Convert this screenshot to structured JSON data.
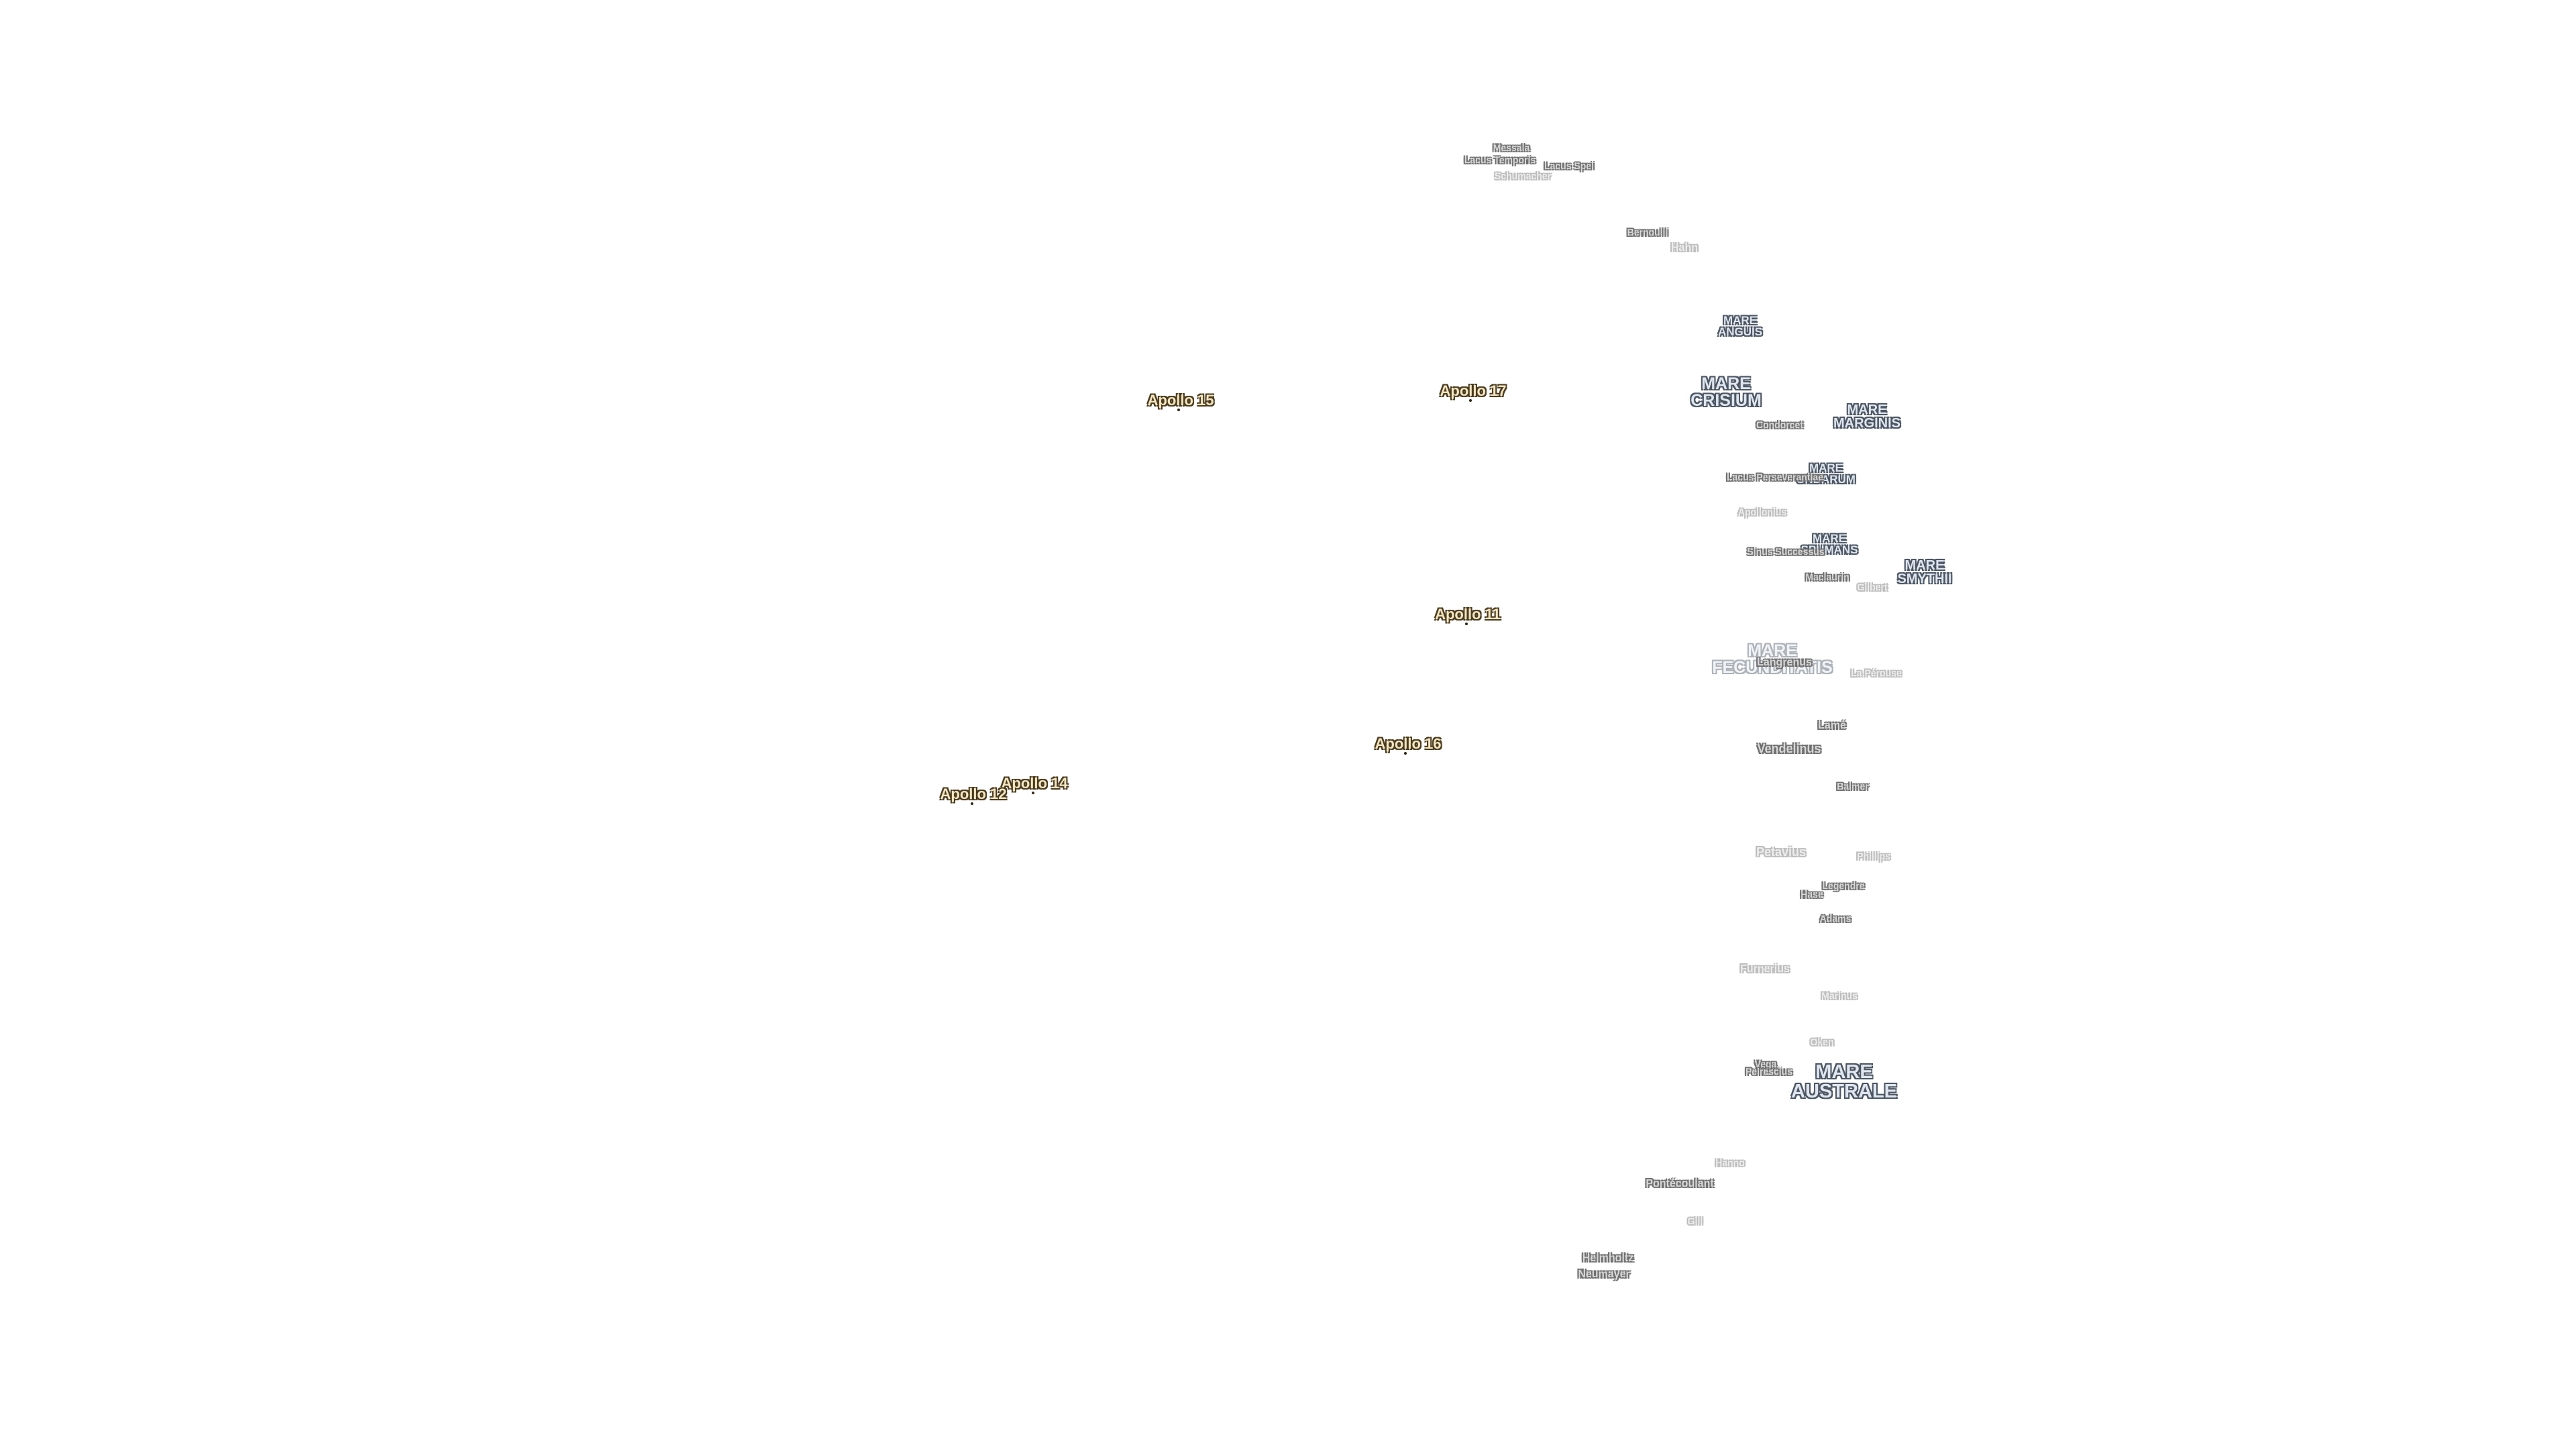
{
  "map": {
    "apollo_sites": [
      {
        "label": "Apollo 15"
      },
      {
        "label": "Apollo 17"
      },
      {
        "label": "Apollo 11"
      },
      {
        "label": "Apollo 16"
      },
      {
        "label": "Apollo 14"
      },
      {
        "label": "Apollo 12"
      }
    ],
    "maria": [
      {
        "label": "MARE CRISIUM",
        "lines": [
          "MARE",
          "CRISIUM"
        ]
      },
      {
        "label": "MARE MARGINIS",
        "lines": [
          "MARE",
          "MARGINIS"
        ]
      },
      {
        "label": "MARE ANGUIS",
        "lines": [
          "MARE",
          "ANGUIS"
        ]
      },
      {
        "label": "MARE UNDARUM",
        "lines": [
          "MARE",
          "UNDARUM"
        ]
      },
      {
        "label": "MARE SPUMANS",
        "lines": [
          "MARE",
          "SPUMANS"
        ]
      },
      {
        "label": "MARE SMYTHII",
        "lines": [
          "MARE",
          "SMYTHII"
        ]
      },
      {
        "label": "MARE FECUNDITATIS",
        "lines": [
          "MARE",
          "FECUNDITATIS"
        ]
      },
      {
        "label": "MARE AUSTRALE",
        "lines": [
          "MARE",
          "AUSTRALE"
        ]
      }
    ],
    "craters": [
      "Messala",
      "Lacus Temporis",
      "Schumacher",
      "Lacus Spei",
      "Bernoulli",
      "Hahn",
      "Condorcet",
      "Lacus Perseverantiae",
      "Apollonius",
      "Sinus Successus",
      "Maclaurin",
      "Gilbert",
      "Langrenus",
      "La Pérouse",
      "Lamé",
      "Vendelinus",
      "Balmer",
      "Petavius",
      "Phillips",
      "Legendre",
      "Hase",
      "Adams",
      "Furnerius",
      "Marinus",
      "Oken",
      "Vega",
      "Pontécoulant",
      "Hanno",
      "Gill",
      "Helmholtz",
      "Neumayer",
      "Peirescius"
    ]
  }
}
